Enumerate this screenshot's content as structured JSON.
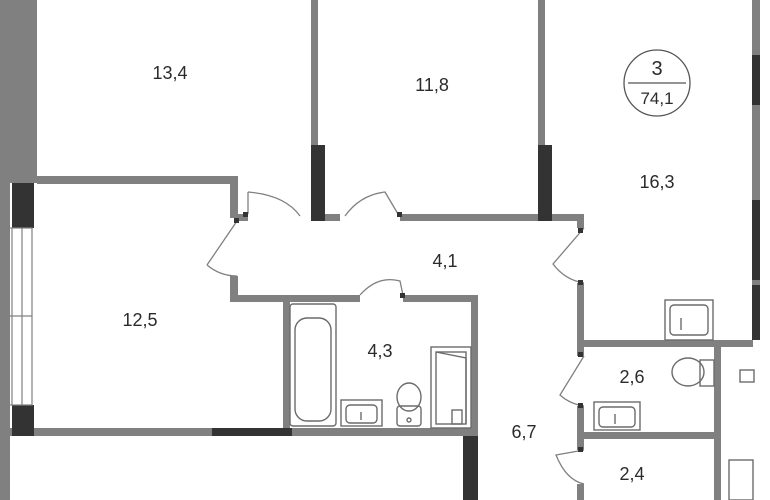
{
  "apartment": {
    "rooms_count": "3",
    "total_area": "74,1"
  },
  "rooms": {
    "bedroom_top_left": "13,4",
    "bedroom_top_middle": "11,8",
    "living_room": "16,3",
    "bedroom_left": "12,5",
    "hall": "4,1",
    "bathroom": "4,3",
    "corridor": "6,7",
    "toilet": "2,6",
    "storage": "2,4"
  },
  "colors": {
    "wall": "#808080",
    "wall_dark": "#333333",
    "fixture": "#6b6b6b",
    "text": "#2b2b2b"
  }
}
